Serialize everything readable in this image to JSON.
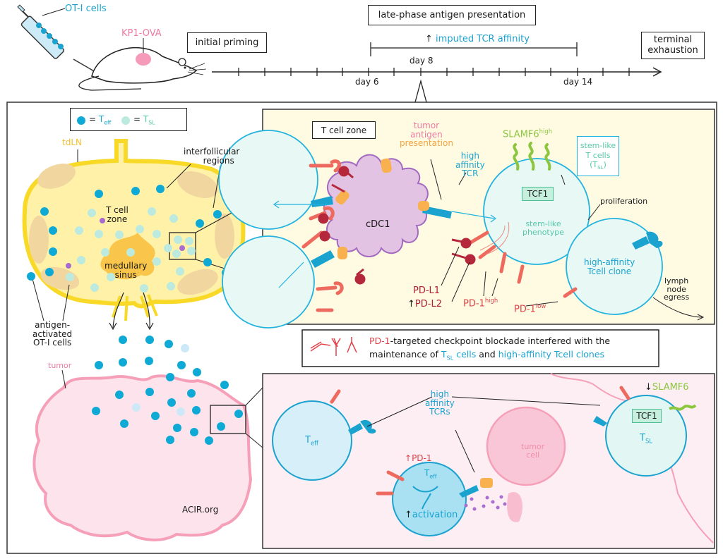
{
  "top": {
    "syringe_label": "OT-I cells",
    "tumor_site_label": "KP1-OVA",
    "initial_priming": "initial priming",
    "late_phase": "late-phase antigen presentation",
    "tcr_affinity_arrow": "↑",
    "tcr_affinity": "imputed TCR affinity",
    "terminal_exhaustion_line1": "terminal",
    "terminal_exhaustion_line2": "exhaustion",
    "timeline": {
      "day6": "day 6",
      "day8": "day 8",
      "day14": "day 14"
    }
  },
  "legend": {
    "teff_eq": "=",
    "teff": "T",
    "teff_sub": "eff",
    "tsl_eq": "=",
    "tsl": "T",
    "tsl_sub": "SL"
  },
  "lymph_node": {
    "tdln": "tdLN",
    "interfollicular_line1": "interfollicular",
    "interfollicular_line2": "regions",
    "t_cell_zone_line1": "T cell",
    "t_cell_zone_line2": "zone",
    "medullary_line1": "medullary",
    "medullary_line2": "sinus",
    "antigen_line1": "antigen-",
    "antigen_line2": "activated",
    "antigen_line3": "OT-I cells"
  },
  "tumor": {
    "label": "tumor",
    "credit": "ACIR.org"
  },
  "t_cell_zone_panel": {
    "title": "T cell zone",
    "tumor_line1": "tumor",
    "tumor_line2": "antigen",
    "tumor_line3": "presentation",
    "high_line1": "high",
    "high_line2": "affinity",
    "high_line3": "TCR",
    "cdc1": "cDC1",
    "slamf6": "SLAMF6",
    "slamf6_sup": "high",
    "stemlike_box_line1": "stem-like",
    "stemlike_box_line2": "T cells",
    "stemlike_box_line3": "(T",
    "stemlike_box_sub": "SL",
    "stemlike_box_close": ")",
    "tcf1": "TCF1",
    "proliferation": "proliferation",
    "stemlike_pheno_line1": "stem-like",
    "stemlike_pheno_line2": "phenotype",
    "clone_line1": "high-affinity",
    "clone_line2": "Tcell clone",
    "pdl1": "PD-L1",
    "pdl2_arrow": "↑",
    "pdl2": "PD-L2",
    "pd1_high": "PD-1",
    "pd1_high_sup": "high",
    "pd1_low": "PD-1",
    "pd1_low_sup": "low",
    "egress_line1": "lymph",
    "egress_line2": "node",
    "egress_line3": "egress"
  },
  "blockade_box": {
    "pd1": "PD-1",
    "line1_rest": "-targeted checkpoint blockade interfered with the",
    "line2_start": "maintenance of",
    "tsl": "T",
    "tsl_sub": "SL",
    "cells_and": "cells and",
    "clones": "high-affinity Tcell clones",
    "and_word": "and"
  },
  "tumor_panel": {
    "teff1": "T",
    "teff1_sub": "eff",
    "high_line1": "high",
    "high_line2": "affinity",
    "high_line3": "TCRs",
    "pd1_arrow": "↑",
    "pd1": "PD-1",
    "teff2": "T",
    "teff2_sub": "eff",
    "activation_arrow": "↑",
    "activation": "activation",
    "tumor_cell_line1": "tumor",
    "tumor_cell_line2": "cell",
    "slamf6_arrow": "↓",
    "slamf6": "SLAMF6",
    "tcf1": "TCF1",
    "tsl": "T",
    "tsl_sub": "SL"
  }
}
